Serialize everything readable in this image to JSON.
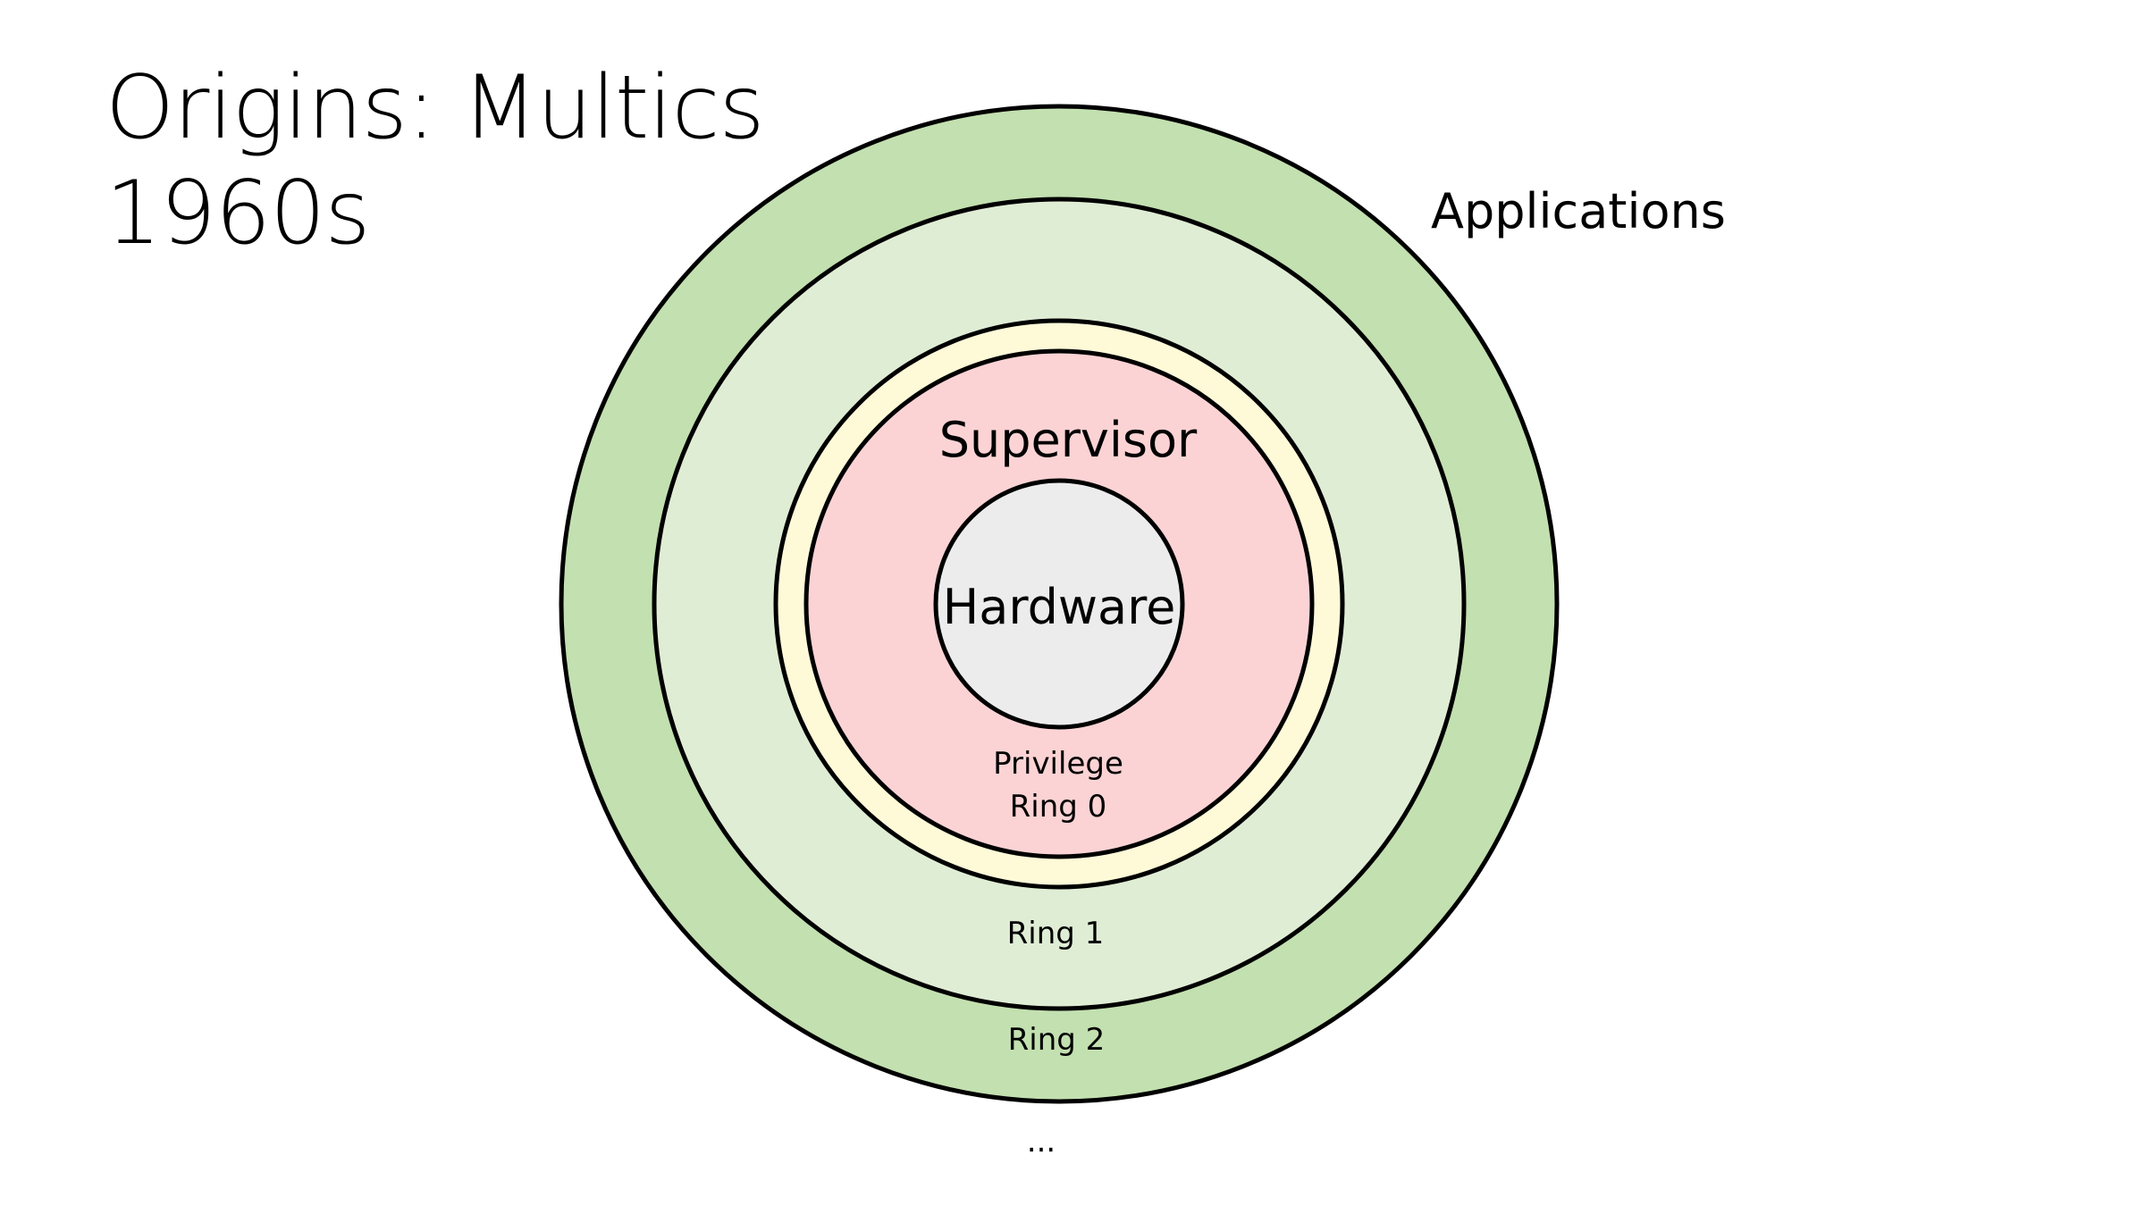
{
  "slide": {
    "title_lines": [
      "Origins: Multics",
      "1960s"
    ]
  },
  "diagram": {
    "rings": [
      {
        "id": "ring-2",
        "label": "Ring 2",
        "fill": "#c3e0b0"
      },
      {
        "id": "ring-1",
        "label": "Ring 1",
        "fill": "#e0edd5"
      },
      {
        "id": "ring-0-border",
        "label": "",
        "fill": "#fefad8"
      },
      {
        "id": "ring-0",
        "label_lines": [
          "Privilege",
          "Ring 0"
        ],
        "title": "Supervisor",
        "fill": "#fcd3d5"
      },
      {
        "id": "hardware",
        "label": "Hardware",
        "fill": "#ececec"
      }
    ],
    "outer_label": "Applications",
    "continuation": "..."
  }
}
